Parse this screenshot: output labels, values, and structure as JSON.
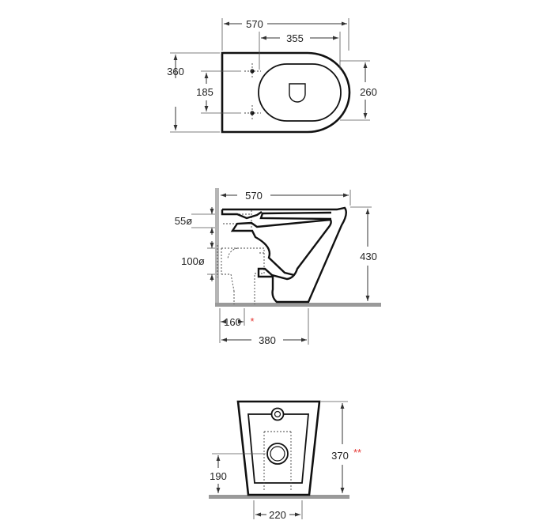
{
  "drawing": {
    "colors": {
      "line": "#111111",
      "floor": "#9a9a9a",
      "accent": "#e53935"
    },
    "top_view": {
      "total_length": "570",
      "bowl_length": "355",
      "total_width": "360",
      "fixing_spacing": "185",
      "bowl_width": "260"
    },
    "side_view": {
      "total_length": "570",
      "flush_inlet": "55ø",
      "outlet": "100ø",
      "height": "430",
      "outlet_offset": "160",
      "outlet_offset_mark": "*",
      "base_length": "380"
    },
    "front_view": {
      "total_height": "370",
      "total_height_mark": "**",
      "outlet_height": "190",
      "base_width": "220"
    }
  }
}
